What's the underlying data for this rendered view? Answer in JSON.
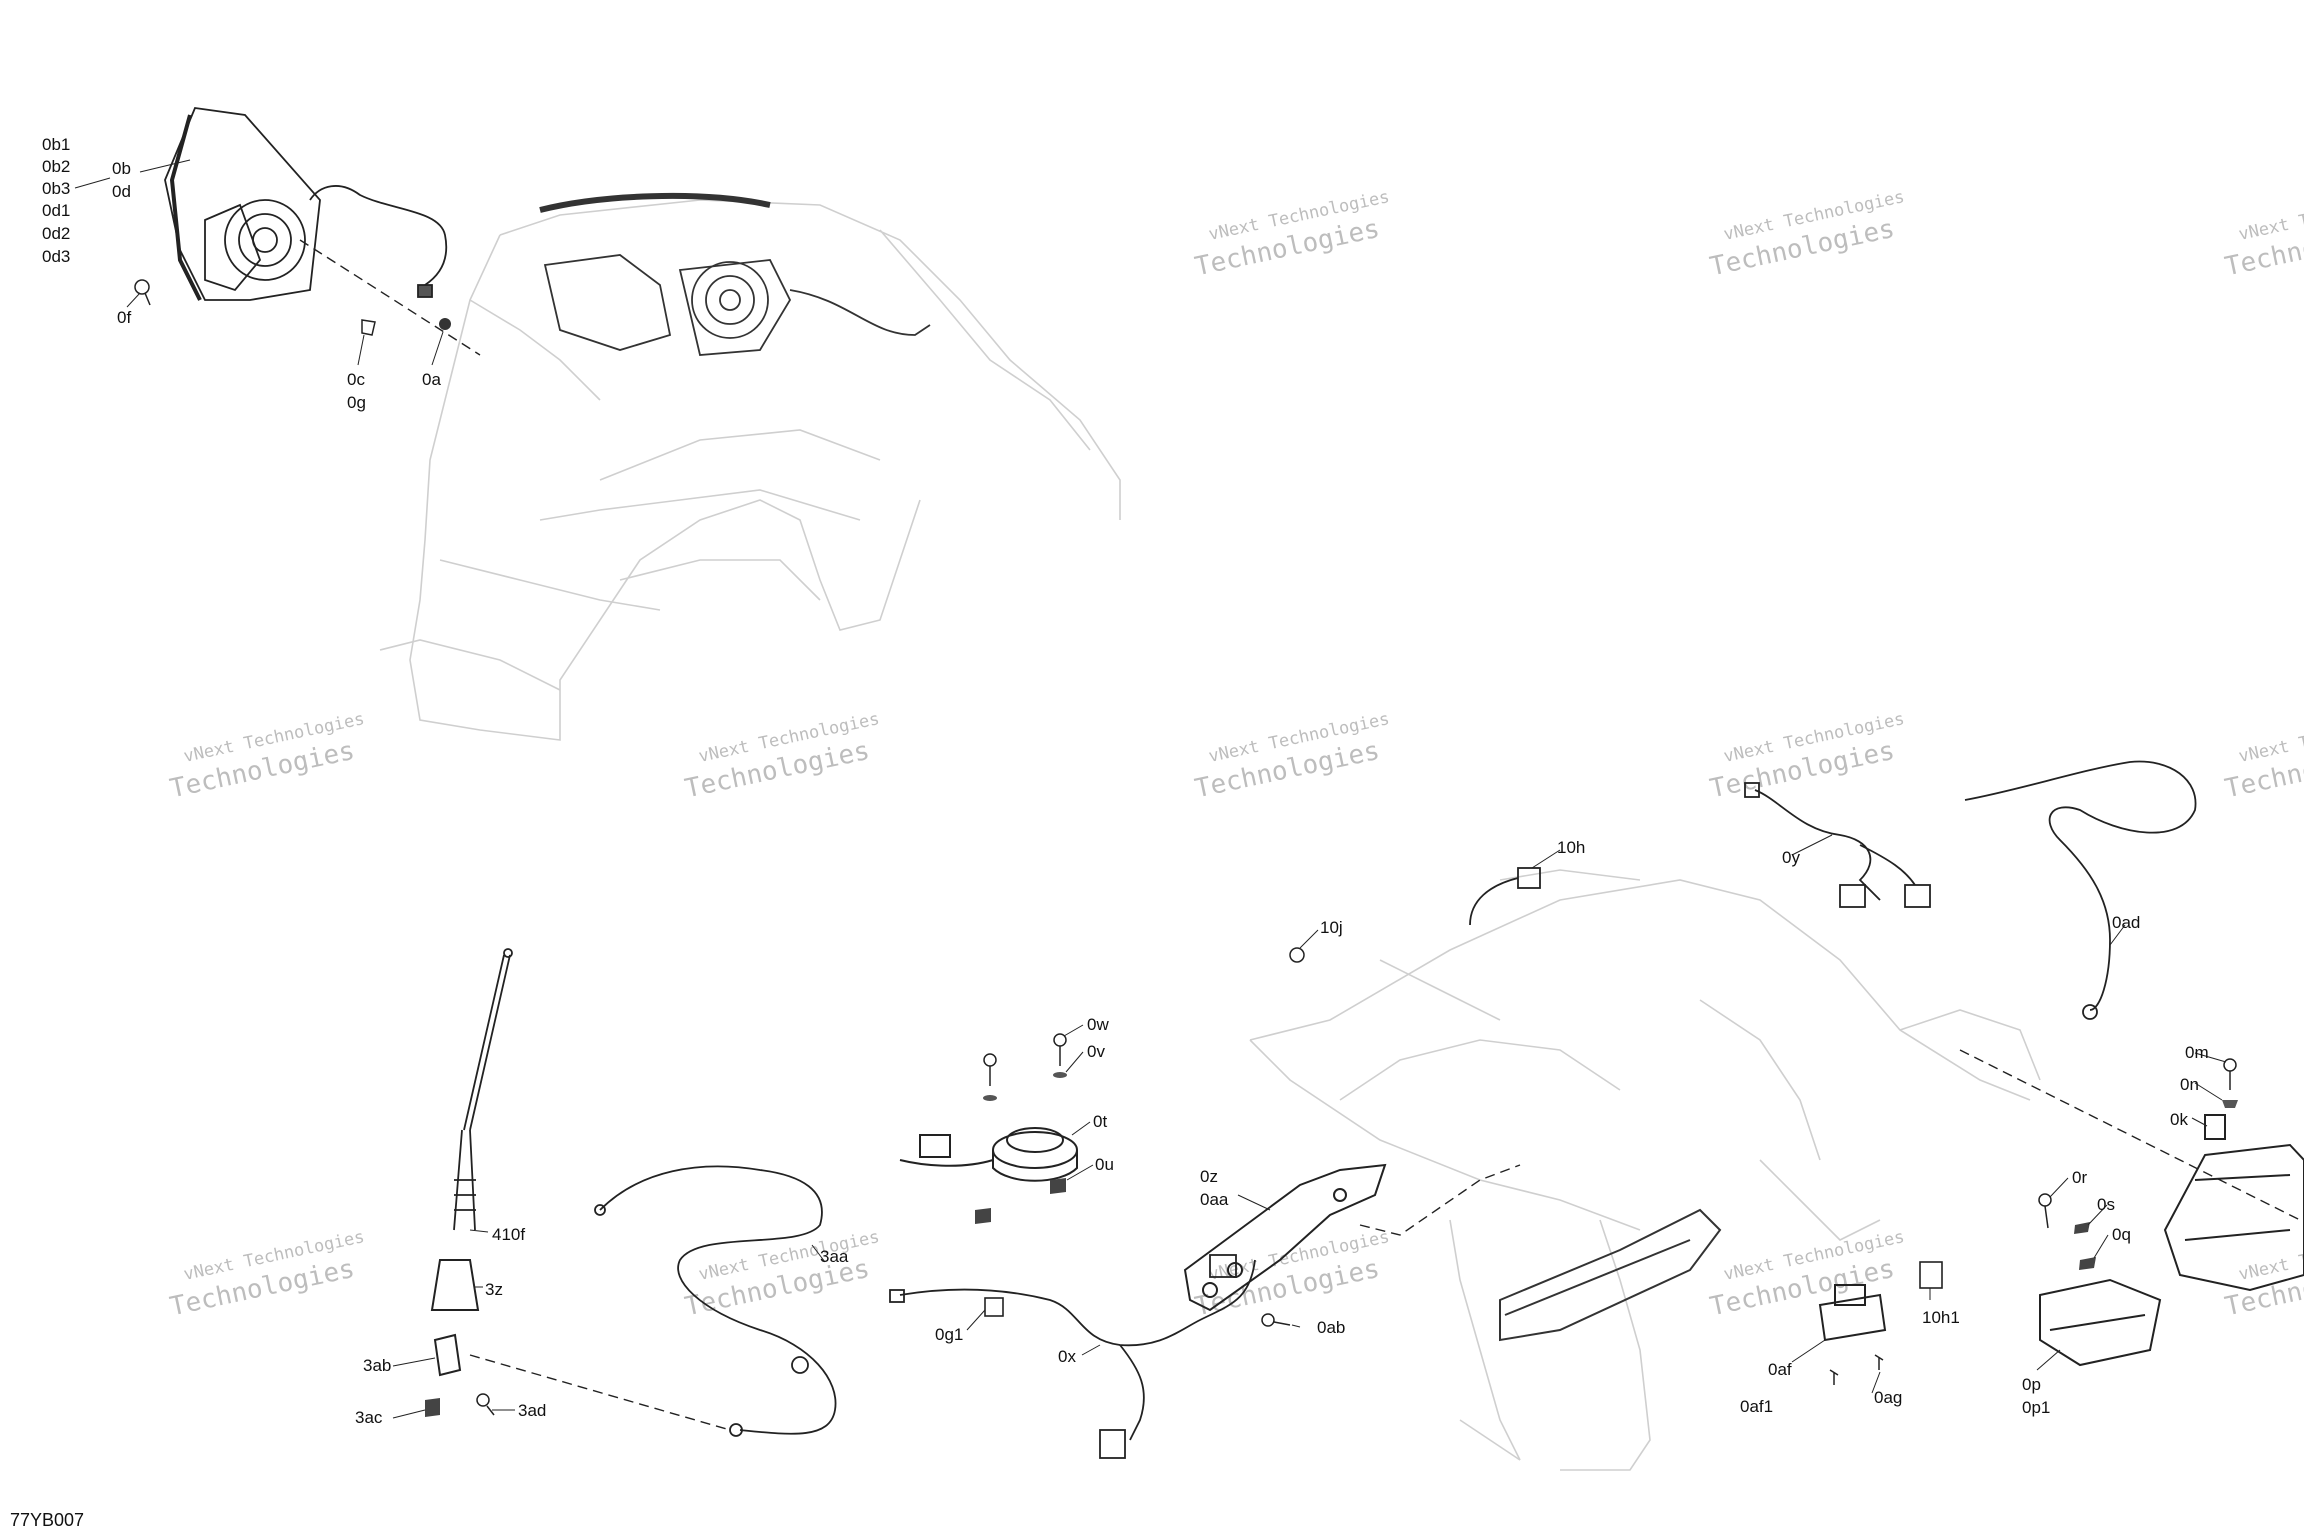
{
  "diagram_id": "77YB007",
  "watermark": {
    "line1": "vNext Technologies",
    "line2": "Technologies",
    "tag": "vNext"
  },
  "callouts": {
    "b1": "0b1",
    "b2": "0b2",
    "b3": "0b3",
    "d1": "0d1",
    "d2": "0d2",
    "d3": "0d3",
    "b": "0b",
    "d": "0d",
    "f": "0f",
    "c": "0c",
    "g": "0g",
    "a": "0a",
    "h10": "10h",
    "j10": "10j",
    "y": "0y",
    "ad": "0ad",
    "m": "0m",
    "n": "0n",
    "k": "0k",
    "w": "0w",
    "v": "0v",
    "t": "0t",
    "u": "0u",
    "z": "0z",
    "aa": "0aa",
    "ab": "0ab",
    "r": "0r",
    "s": "0s",
    "q": "0q",
    "h1_10": "10h1",
    "af": "0af",
    "af1": "0af1",
    "ag": "0ag",
    "p": "0p",
    "p1": "0p1",
    "f410": "410f",
    "z3": "3z",
    "aa3": "3aa",
    "ab3": "3ab",
    "ac3": "3ac",
    "ad3": "3ad",
    "g1": "0g1",
    "x": "0x"
  }
}
